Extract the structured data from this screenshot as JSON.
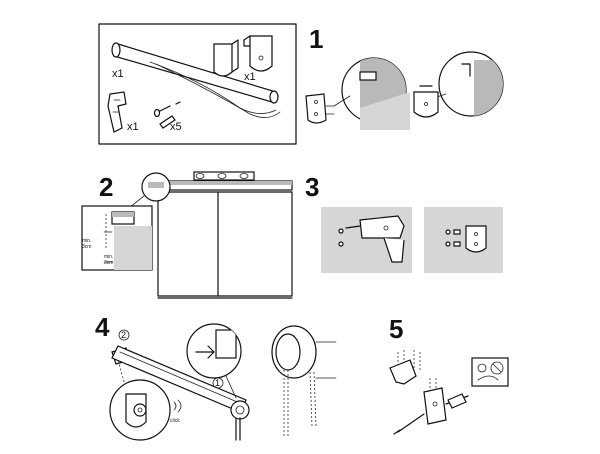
{
  "steps": {
    "s1": "1",
    "s2": "2",
    "s3": "3",
    "s4": "4",
    "s5": "5"
  },
  "parts": {
    "tube_qty": "x1",
    "brackets_qty": "x1",
    "chain_clip_qty": "x1",
    "screws_qty": "x5"
  },
  "measurements": {
    "min_label_a": "min.",
    "min_value_a": "3cm",
    "min_label_b": "min.",
    "min_value_b": "3cm"
  },
  "callouts": {
    "one": "1",
    "two": "2",
    "click": "click"
  },
  "colors": {
    "line": "#111111",
    "wall_grey": "#b9b9b9",
    "background": "#ffffff"
  }
}
